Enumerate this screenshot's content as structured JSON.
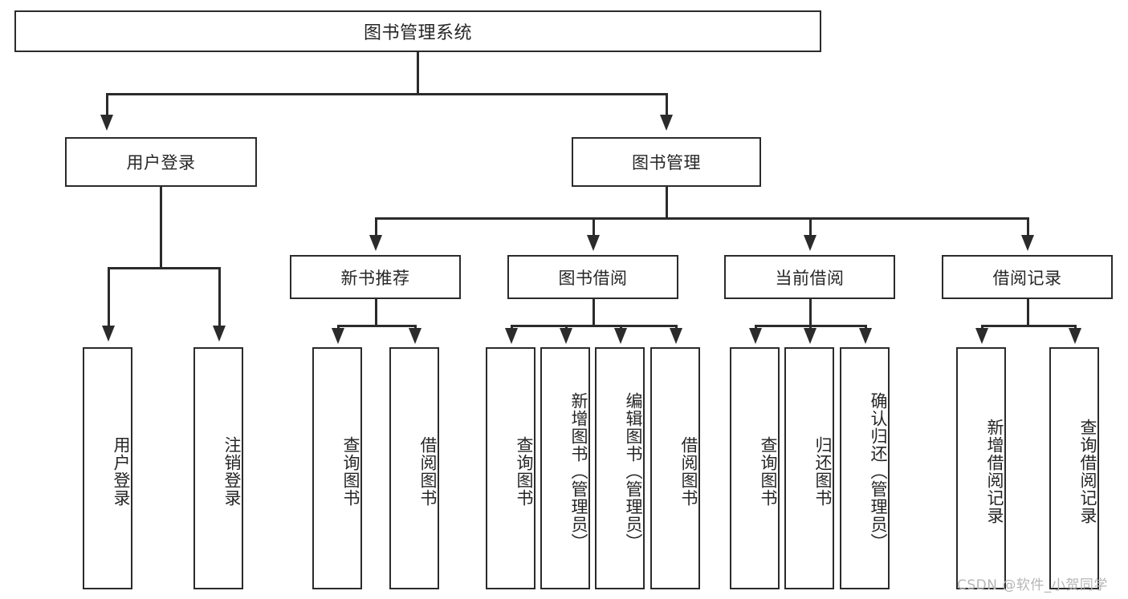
{
  "diagram": {
    "title": "图书管理系统",
    "type": "hierarchy-tree",
    "root": {
      "label": "图书管理系统"
    },
    "level1": [
      {
        "label": "用户登录"
      },
      {
        "label": "图书管理"
      }
    ],
    "level2": [
      {
        "label": "新书推荐"
      },
      {
        "label": "图书借阅"
      },
      {
        "label": "当前借阅"
      },
      {
        "label": "借阅记录"
      }
    ],
    "leaves": {
      "user_login": [
        {
          "label": "用户登录"
        },
        {
          "label": "注销登录"
        }
      ],
      "new_book_recommend": [
        {
          "label": "查询图书"
        },
        {
          "label": "借阅图书"
        }
      ],
      "book_borrow": [
        {
          "label": "查询图书"
        },
        {
          "label": "新增图书（管理员）"
        },
        {
          "label": "编辑图书（管理员）"
        },
        {
          "label": "借阅图书"
        }
      ],
      "current_borrow": [
        {
          "label": "查询图书"
        },
        {
          "label": "归还图书"
        },
        {
          "label": "确认归还（管理员）"
        }
      ],
      "borrow_record": [
        {
          "label": "新增借阅记录"
        },
        {
          "label": "查询借阅记录"
        }
      ]
    }
  },
  "watermark": {
    "text": "CSDN @软件_小贺同学"
  },
  "colors": {
    "stroke": "#2b2b2b",
    "text": "#262626",
    "background": "#ffffff",
    "watermark": "#b6b6b6"
  }
}
